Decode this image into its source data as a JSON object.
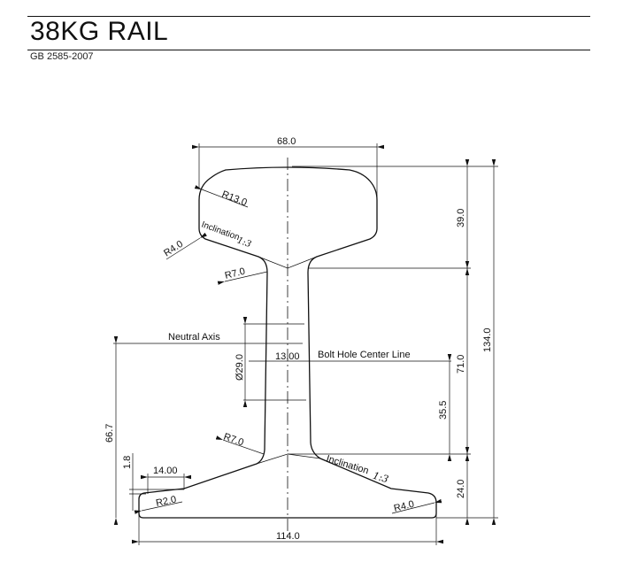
{
  "header": {
    "title": "38KG RAIL",
    "standard": "GB 2585-2007"
  },
  "dimensions": {
    "head_width": "68.0",
    "total_height": "134.0",
    "head_height": "39.0",
    "web_height": "71.0",
    "base_height": "24.0",
    "bolt_hole_height": "35.5",
    "neutral_axis_height": "66.7",
    "bolt_hole_diameter": "Ø29.0",
    "web_thickness": "13.00",
    "base_edge": "1.8",
    "base_flat": "14.00",
    "base_width": "114.0"
  },
  "radii": {
    "head_top": "R13.0",
    "head_under": "R4.0",
    "web_top": "R7.0",
    "web_bottom": "R7.0",
    "base_left": "R2.0",
    "base_right": "R4.0"
  },
  "labels": {
    "neutral_axis": "Neutral Axis",
    "bolt_hole_center_line": "Bolt Hole Center Line",
    "inclination_word": "Inclination",
    "inclination_ratio": "1:3"
  }
}
